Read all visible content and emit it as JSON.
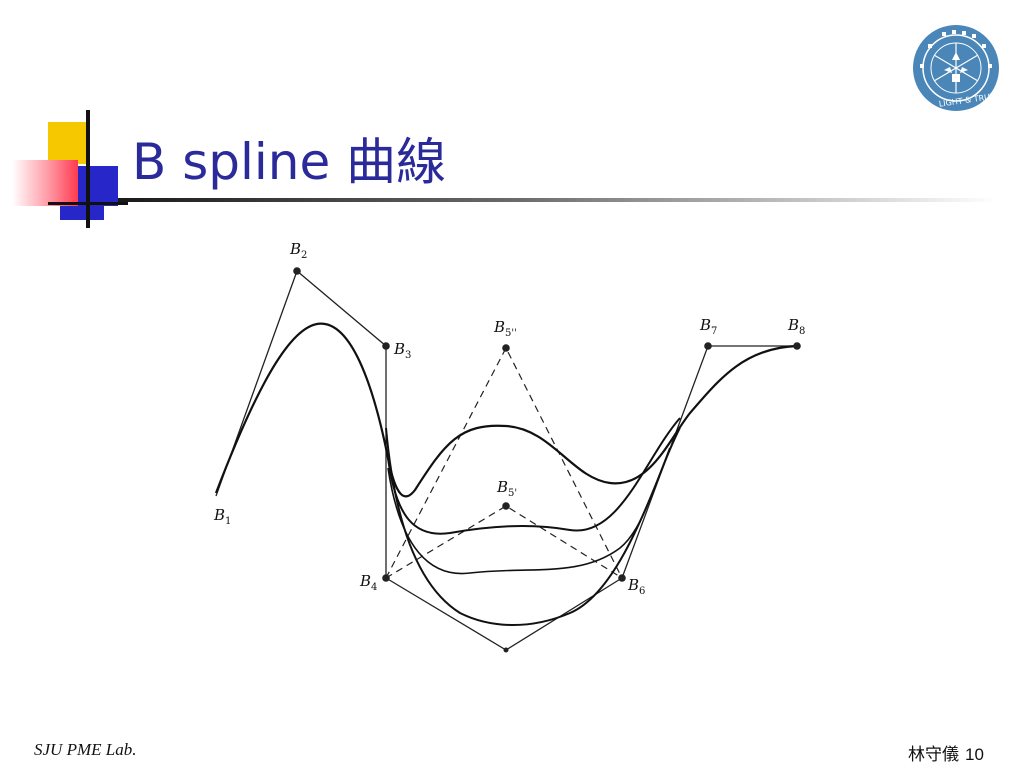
{
  "slide": {
    "title": "B spline 曲線",
    "footer_left": "SJU PME Lab.",
    "footer_author": "林守儀",
    "page_number": "10"
  },
  "logo": {
    "icon": "university-seal",
    "text_ring": "LIGHT & TRUTH",
    "color": "#4a86b8"
  },
  "diagram": {
    "points": [
      {
        "id": "b1",
        "label": "B",
        "sub": "1"
      },
      {
        "id": "b2",
        "label": "B",
        "sub": "2"
      },
      {
        "id": "b3",
        "label": "B",
        "sub": "3"
      },
      {
        "id": "b4",
        "label": "B",
        "sub": "4"
      },
      {
        "id": "b5pp",
        "label": "B",
        "sub": "5''"
      },
      {
        "id": "b5p",
        "label": "B",
        "sub": "5'"
      },
      {
        "id": "b6",
        "label": "B",
        "sub": "6"
      },
      {
        "id": "b7",
        "label": "B",
        "sub": "7"
      },
      {
        "id": "b8",
        "label": "B",
        "sub": "8"
      }
    ]
  },
  "colors": {
    "title": "#2a2a9a",
    "accent_yellow": "#f5c800",
    "accent_blue": "#2626c9",
    "accent_red": "#ff3a4f"
  }
}
